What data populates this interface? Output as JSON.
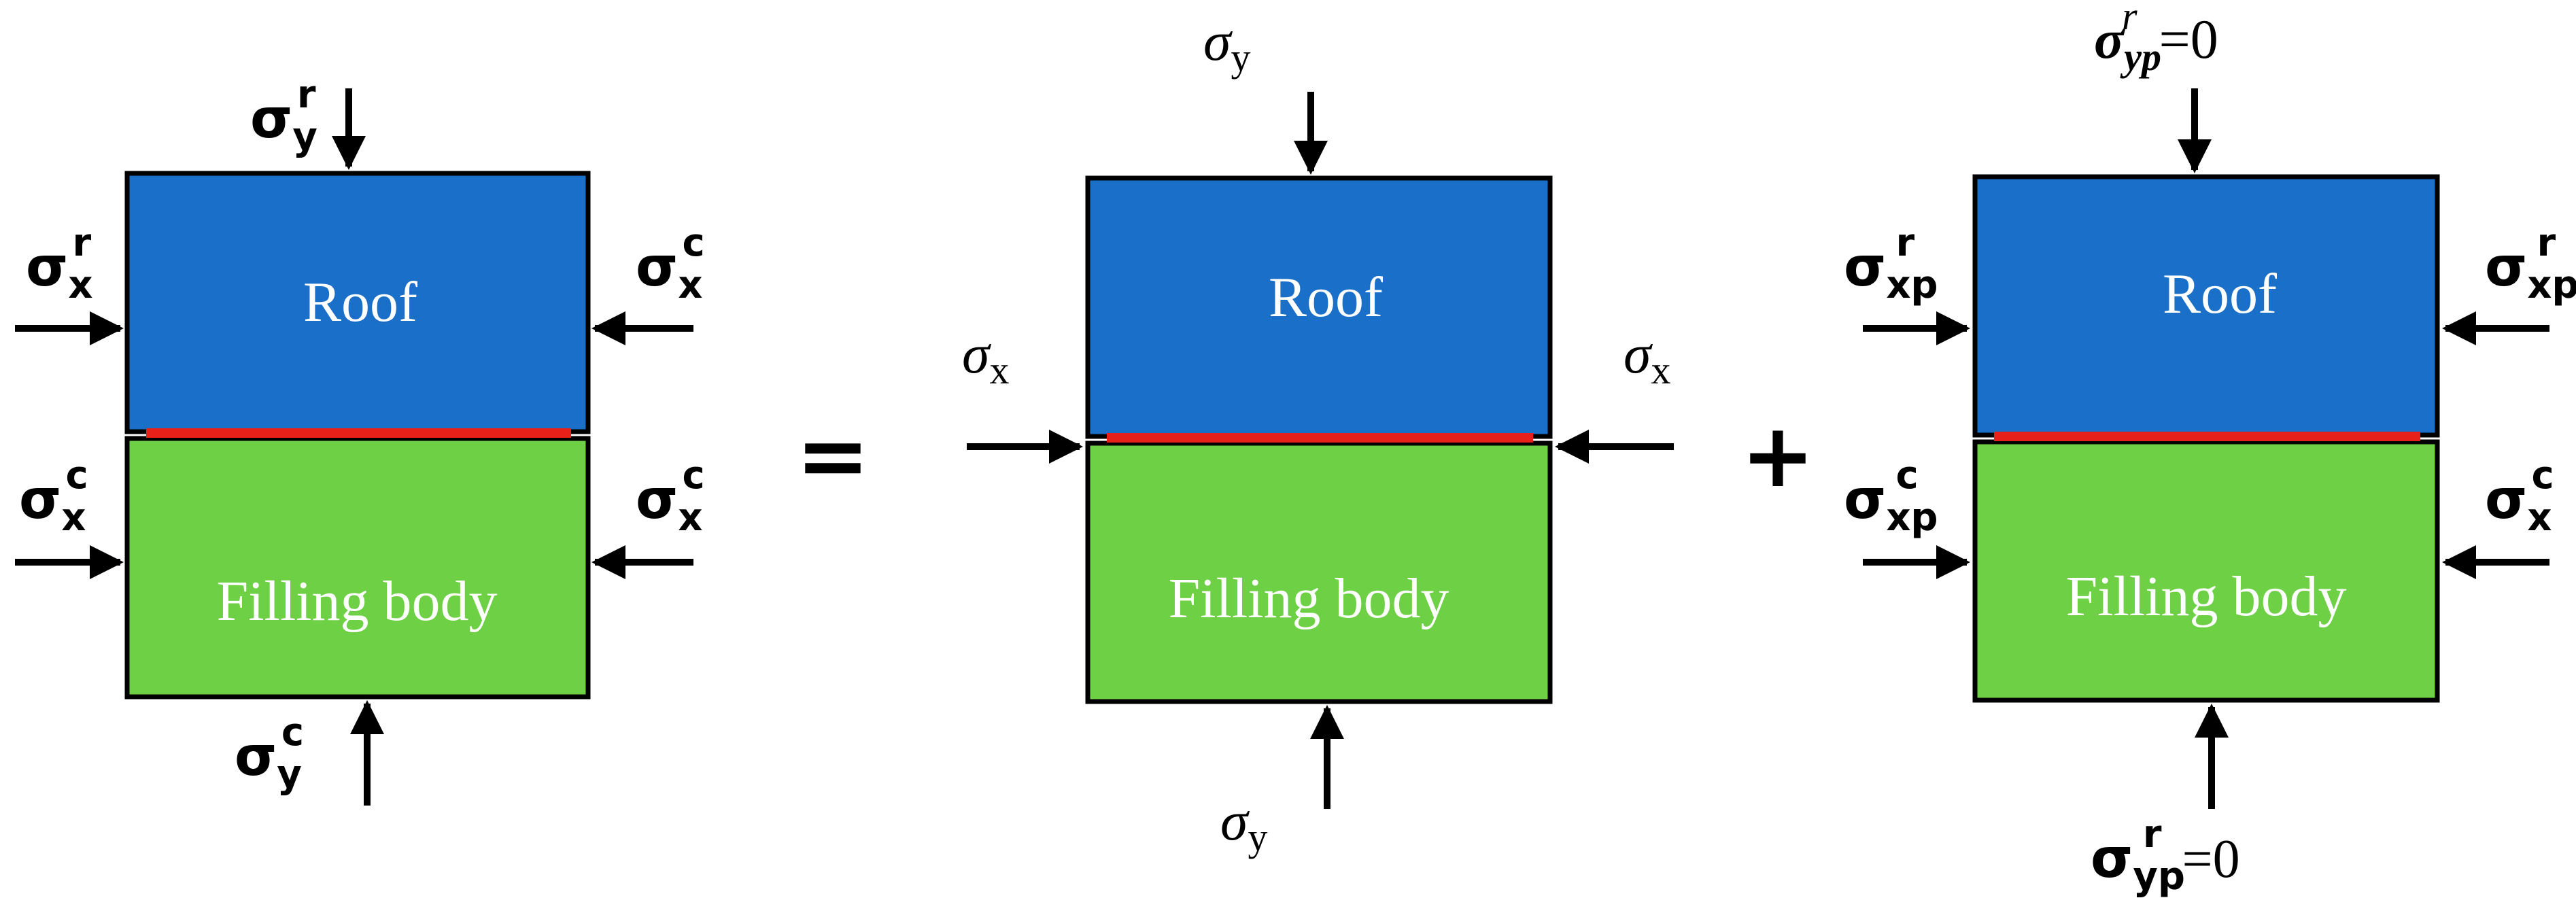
{
  "colors": {
    "roof": "#1a6fc8",
    "filling": "#6dd045",
    "interface": "#e8201a",
    "stroke": "#000000"
  },
  "panels": {
    "left": {
      "roof_label": "Roof",
      "filling_label": "Filling body",
      "top": {
        "sym": "σ",
        "sub": "y",
        "sup": "r"
      },
      "roof_left": {
        "sym": "σ",
        "sub": "x",
        "sup": "r"
      },
      "roof_right": {
        "sym": "σ",
        "sub": "x",
        "sup": "c"
      },
      "fill_left": {
        "sym": "σ",
        "sub": "x",
        "sup": "c"
      },
      "fill_right": {
        "sym": "σ",
        "sub": "x",
        "sup": "c"
      },
      "bottom": {
        "sym": "σ",
        "sub": "y",
        "sup": "c"
      }
    },
    "middle": {
      "roof_label": "Roof",
      "filling_label": "Filling body",
      "top": {
        "sym": "σ",
        "sub": "y"
      },
      "left": {
        "sym": "σ",
        "sub": "x"
      },
      "right": {
        "sym": "σ",
        "sub": "x"
      },
      "bottom": {
        "sym": "σ",
        "sub": "y"
      }
    },
    "right": {
      "roof_label": "Roof",
      "filling_label": "Filling body",
      "top": {
        "sym": "σ",
        "sub": "yp",
        "sup": "r",
        "tail": "=0"
      },
      "roof_left": {
        "sym": "σ",
        "sub": "xp",
        "sup": "r"
      },
      "roof_right": {
        "sym": "σ",
        "sub": "xp",
        "sup": "r"
      },
      "fill_left": {
        "sym": "σ",
        "sub": "xp",
        "sup": "c"
      },
      "fill_right": {
        "sym": "σ",
        "sub": "x",
        "sup": "c"
      },
      "bottom": {
        "sym": "σ",
        "sub": "yp",
        "sup": "r",
        "tail": "=0"
      }
    }
  },
  "operators": {
    "equals": "=",
    "plus": "+"
  }
}
